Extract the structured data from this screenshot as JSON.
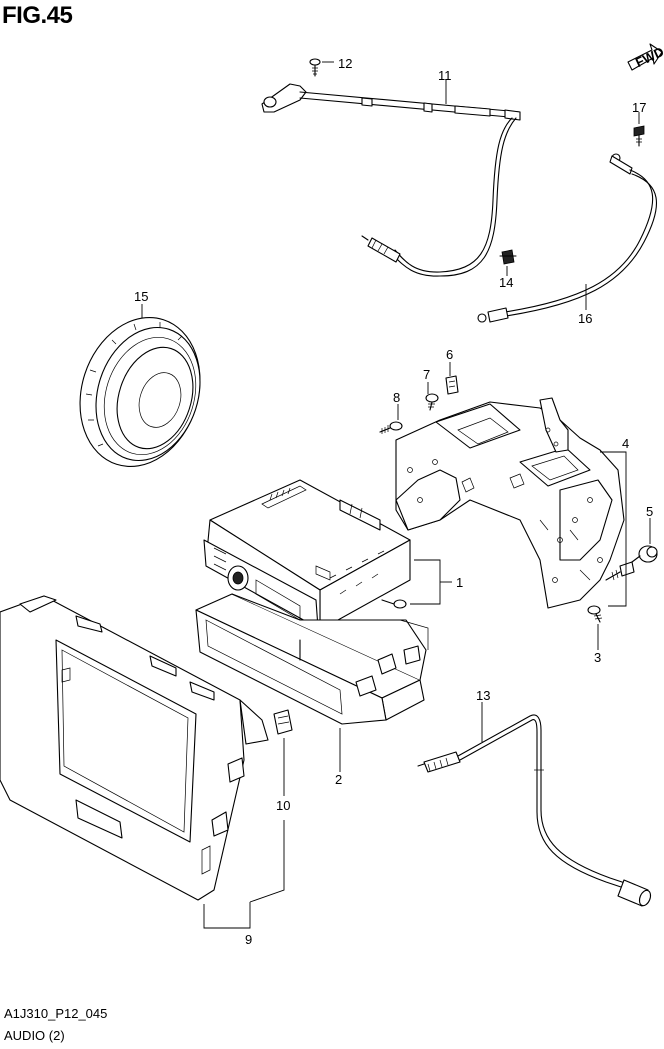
{
  "figure_title": "FIG.45",
  "drawing_code": "A1J310_P12_045",
  "section_name": "AUDIO (2)",
  "fwd_label": "FWD",
  "callouts": {
    "c1": "1",
    "c2": "2",
    "c3": "3",
    "c4": "4",
    "c5": "5",
    "c6": "6",
    "c7": "7",
    "c8": "8",
    "c9": "9",
    "c10": "10",
    "c11": "11",
    "c12": "12",
    "c13": "13",
    "c14": "14",
    "c15": "15",
    "c16": "16",
    "c17": "17"
  },
  "parts": [
    {
      "ref": "1",
      "icon": "head-unit-radio"
    },
    {
      "ref": "2",
      "icon": "mounting-sleeve"
    },
    {
      "ref": "3",
      "icon": "screw"
    },
    {
      "ref": "4",
      "icon": "mounting-bracket"
    },
    {
      "ref": "5",
      "icon": "nut"
    },
    {
      "ref": "6",
      "icon": "clip"
    },
    {
      "ref": "7",
      "icon": "screw"
    },
    {
      "ref": "8",
      "icon": "screw"
    },
    {
      "ref": "9",
      "icon": "bezel-panel"
    },
    {
      "ref": "10",
      "icon": "clip"
    },
    {
      "ref": "11",
      "icon": "antenna-cable"
    },
    {
      "ref": "12",
      "icon": "screw"
    },
    {
      "ref": "13",
      "icon": "extension-cable"
    },
    {
      "ref": "14",
      "icon": "clamp"
    },
    {
      "ref": "15",
      "icon": "speaker"
    },
    {
      "ref": "16",
      "icon": "ground-wire"
    },
    {
      "ref": "17",
      "icon": "bolt"
    }
  ]
}
